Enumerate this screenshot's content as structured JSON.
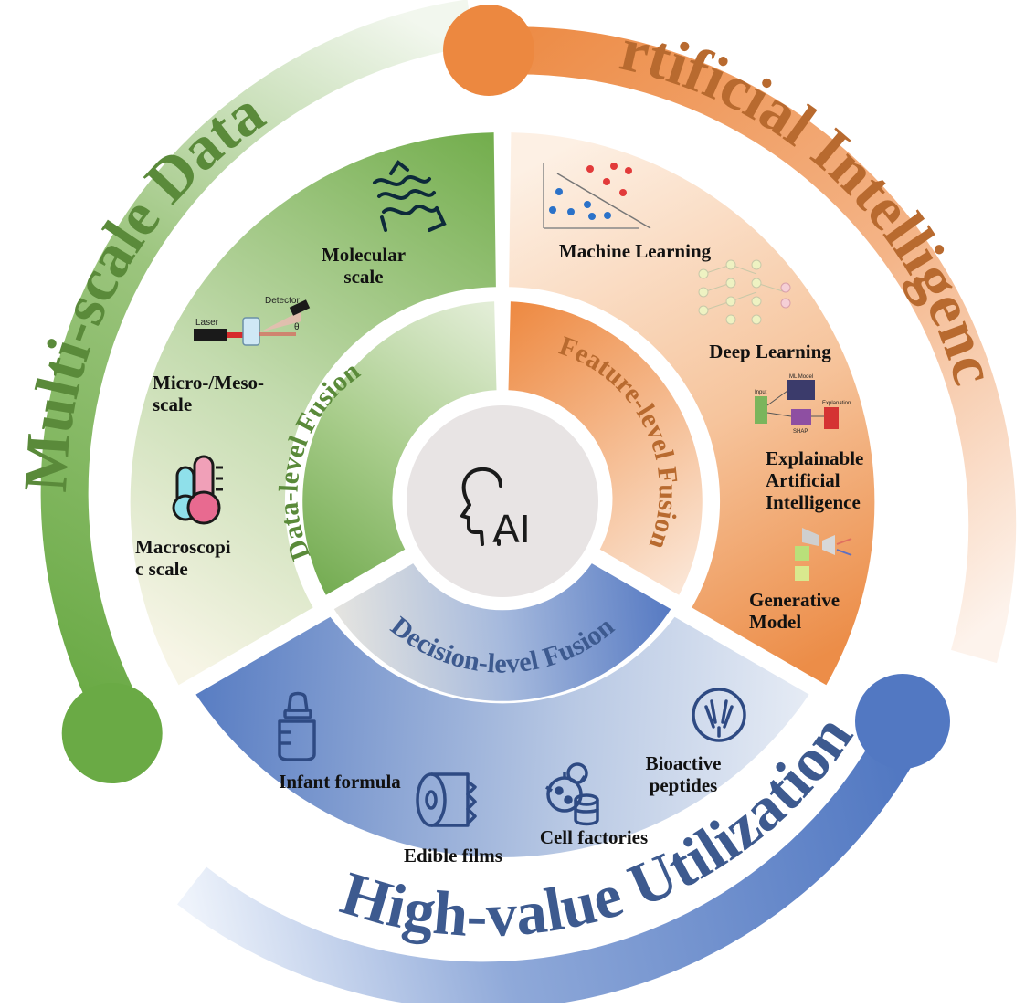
{
  "outer_ring": {
    "multi_scale_data": "Multi-scale Data",
    "artificial_intelligence": "Artificial Intelligence",
    "high_value_utilization": "High-value Utilization"
  },
  "fusion_levels": {
    "data_level": "Data-level Fusion",
    "feature_level": "Feature-level Fusion",
    "decision_level": "Decision-level Fusion"
  },
  "center": {
    "label": "AI",
    "icon": "ai-head-icon"
  },
  "data_scales": [
    {
      "label_lines": [
        "Molecular",
        "scale"
      ],
      "icon": "protein-structure-icon"
    },
    {
      "label_lines": [
        "Micro-/Meso-",
        "scale"
      ],
      "icon": "laser-scattering-icon"
    },
    {
      "label_lines": [
        "Macroscopi",
        "c scale"
      ],
      "icon": "thermometer-icon"
    }
  ],
  "scattering_setup": {
    "laser": "Laser",
    "detector": "Detector",
    "angle": "θ"
  },
  "ai_methods": [
    {
      "label_lines": [
        "Machine Learning"
      ],
      "icon": "scatter-plot-icon"
    },
    {
      "label_lines": [
        "Deep Learning"
      ],
      "icon": "neural-network-icon"
    },
    {
      "label_lines": [
        "Explainable",
        "Artificial",
        "Intelligence"
      ],
      "icon": "shap-explanation-icon"
    },
    {
      "label_lines": [
        "Generative",
        "Model"
      ],
      "icon": "generative-model-icon"
    }
  ],
  "xai_figure": {
    "input": "Input",
    "model": "ML Model",
    "shap": "SHAP",
    "explanation": "Explanation"
  },
  "applications": [
    {
      "label_lines": [
        "Infant formula"
      ],
      "icon": "baby-bottle-icon"
    },
    {
      "label_lines": [
        "Edible films"
      ],
      "icon": "film-roll-icon"
    },
    {
      "label_lines": [
        "Cell factories"
      ],
      "icon": "cell-factory-icon"
    },
    {
      "label_lines": [
        "Bioactive",
        "peptides"
      ],
      "icon": "antibody-icon"
    }
  ],
  "colors": {
    "green": "#6aaa45",
    "green_dark": "#5a8a3a",
    "orange": "#ec8840",
    "orange_text": "#b86a2f",
    "blue": "#5278c2",
    "blue_text": "#3d5a8f",
    "center_fill": "#e8e4e4"
  }
}
